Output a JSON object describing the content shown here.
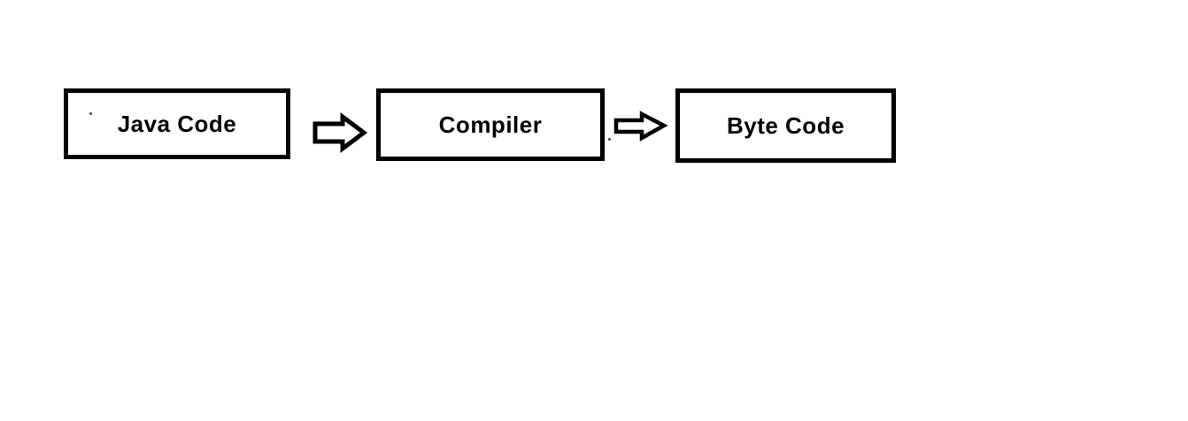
{
  "diagram": {
    "type": "flowchart",
    "direction": "left-to-right",
    "title": "",
    "nodes": [
      {
        "id": "java-code",
        "label": "Java Code"
      },
      {
        "id": "compiler",
        "label": "Compiler"
      },
      {
        "id": "byte-code",
        "label": "Byte Code"
      }
    ],
    "edges": [
      {
        "from": "java-code",
        "to": "compiler",
        "style": "hollow-block-arrow-right"
      },
      {
        "from": "compiler",
        "to": "byte-code",
        "style": "hollow-block-arrow-right"
      }
    ],
    "colors": {
      "background": "#ffffff",
      "box_border": "#000000",
      "box_fill": "#ffffff",
      "text": "#000000",
      "arrow_outline": "#000000",
      "arrow_fill": "#ffffff"
    }
  }
}
